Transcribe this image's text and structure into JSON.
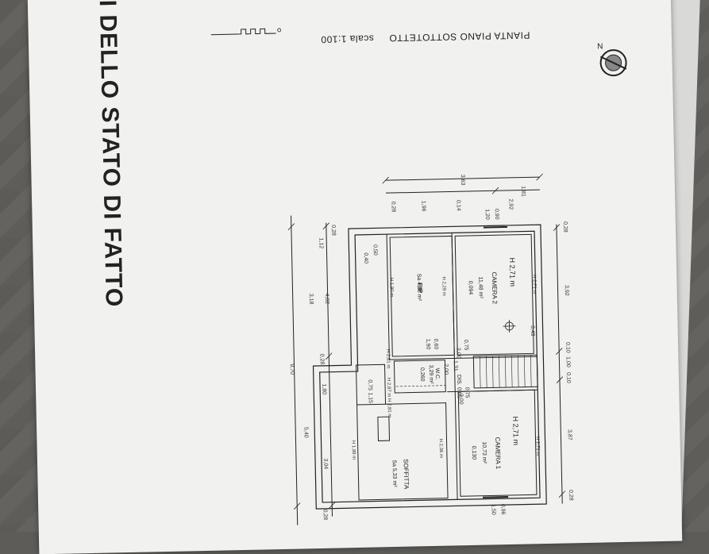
{
  "sheet_title": "FICI DELLO STATO DI FATTO",
  "plan_title": "PIANTA PIANO SOTTOTETTO",
  "plan_scale": "scala 1:100",
  "rooms": {
    "camera2": {
      "name": "CAMERA 2",
      "area": "11,48 m²",
      "ratio": "0,094",
      "height": "H 2,71 m"
    },
    "camera1": {
      "name": "CAMERA 1",
      "area": "10,73 m²",
      "ratio": "0,130",
      "height": "H 2,71 m"
    },
    "rip": {
      "name": "RIP",
      "area": "Sa 4,88 m²"
    },
    "soffitta": {
      "name": "SOFFITTA",
      "area": "Sa 5,33 m²"
    },
    "wc": {
      "name": "W.C.",
      "area": "3,29 m²",
      "ratio": "0,260"
    },
    "dis": {
      "name": "DIS.",
      "value": "0,65"
    }
  },
  "dims_top": [
    "3,63",
    "1,81",
    "2,92",
    "1,96",
    "0,14",
    "0,28"
  ],
  "dims_left": [
    "0,28",
    "1,12",
    "4,02",
    "3,18",
    "9,70",
    "0,28",
    "1,80",
    "5,40",
    "3,04",
    "0,28"
  ],
  "dims_right": [
    "0,28",
    "3,92",
    "0,10",
    "1,00",
    "0,10",
    "3,87",
    "0,28"
  ],
  "misc_labels": [
    "0,90",
    "1,20",
    "0,50",
    "0,40",
    "0,60",
    "1,90",
    "0,75",
    "2,00",
    "1,31",
    "2,00",
    "0,75",
    "1,15",
    "0,75",
    "2,00",
    "0,96",
    "1,50",
    "3,49"
  ],
  "heights": [
    "H 2,81 m",
    "H 2,87 m",
    "H 2,81 m",
    "H 1,99 m",
    "H 2,36 m",
    "H 1,90 m",
    "H 2,29 m",
    "H 2,71 m",
    "H 2,71 m"
  ],
  "compass": "N"
}
